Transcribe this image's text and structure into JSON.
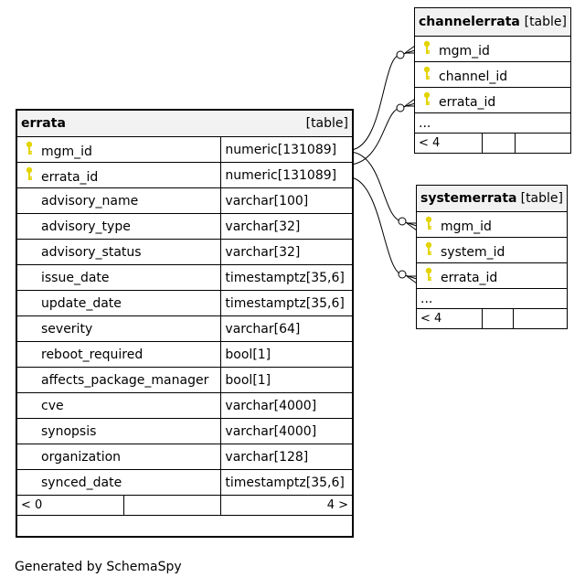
{
  "footer": "Generated by SchemaSpy",
  "errata": {
    "name": "errata",
    "tag": "[table]",
    "columns": [
      {
        "name": "mgm_id",
        "type": "numeric[131089]",
        "key": true
      },
      {
        "name": "errata_id",
        "type": "numeric[131089]",
        "key": true
      },
      {
        "name": "advisory_name",
        "type": "varchar[100]",
        "key": false
      },
      {
        "name": "advisory_type",
        "type": "varchar[32]",
        "key": false
      },
      {
        "name": "advisory_status",
        "type": "varchar[32]",
        "key": false
      },
      {
        "name": "issue_date",
        "type": "timestamptz[35,6]",
        "key": false
      },
      {
        "name": "update_date",
        "type": "timestamptz[35,6]",
        "key": false
      },
      {
        "name": "severity",
        "type": "varchar[64]",
        "key": false
      },
      {
        "name": "reboot_required",
        "type": "bool[1]",
        "key": false
      },
      {
        "name": "affects_package_manager",
        "type": "bool[1]",
        "key": false
      },
      {
        "name": "cve",
        "type": "varchar[4000]",
        "key": false
      },
      {
        "name": "synopsis",
        "type": "varchar[4000]",
        "key": false
      },
      {
        "name": "organization",
        "type": "varchar[128]",
        "key": false
      },
      {
        "name": "synced_date",
        "type": "timestamptz[35,6]",
        "key": false
      }
    ],
    "foot_left": "< 0",
    "foot_right": "4 >"
  },
  "channelerrata": {
    "name": "channelerrata",
    "tag": "[table]",
    "columns": [
      {
        "name": "mgm_id",
        "key": true
      },
      {
        "name": "channel_id",
        "key": true
      },
      {
        "name": "errata_id",
        "key": true
      }
    ],
    "more": "...",
    "foot_left": "< 4"
  },
  "systemerrata": {
    "name": "systemerrata",
    "tag": "[table]",
    "columns": [
      {
        "name": "mgm_id",
        "key": true
      },
      {
        "name": "system_id",
        "key": true
      },
      {
        "name": "errata_id",
        "key": true
      }
    ],
    "more": "...",
    "foot_left": "< 4"
  },
  "colors": {
    "key_icon": "#e3d400",
    "header_bg": "#f2f2f2"
  }
}
